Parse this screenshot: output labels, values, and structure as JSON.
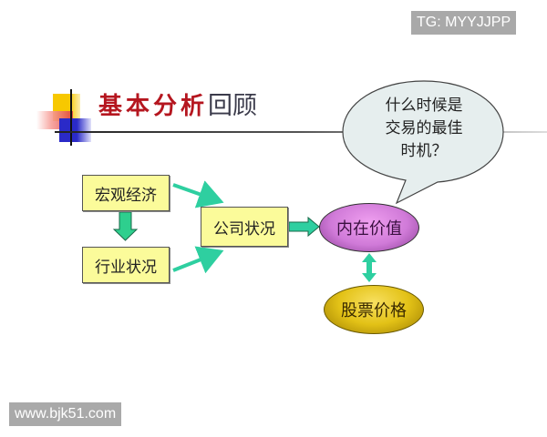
{
  "title": {
    "highlight": "基本分析",
    "rest": "回顾"
  },
  "watermarks": {
    "top_right": "TG: MYYJJPP",
    "bottom_left": "www.bjk51.com"
  },
  "diagram": {
    "nodes": {
      "macro_economy": "宏观经济",
      "industry_status": "行业状况",
      "company_status": "公司状况",
      "intrinsic_value": "内在价值",
      "stock_price": "股票价格"
    },
    "speech_bubble": {
      "lines": [
        "什么时候是",
        "交易的最佳",
        "时机？"
      ]
    },
    "edges": [
      {
        "from": "宏观经济",
        "to": "公司状况",
        "type": "arrow"
      },
      {
        "from": "宏观经济",
        "to": "行业状况",
        "type": "block-arrow-down"
      },
      {
        "from": "行业状况",
        "to": "公司状况",
        "type": "arrow"
      },
      {
        "from": "公司状况",
        "to": "内在价值",
        "type": "block-arrow-right"
      },
      {
        "from": "内在价值",
        "to": "股票价格",
        "type": "double-arrow"
      }
    ],
    "colors": {
      "box_fill": "#fbfb9a",
      "arrow": "#2ecfa0",
      "intrinsic_fill": "#d07ad8",
      "price_fill": "#e3c217",
      "bubble_fill": "#e6eeee",
      "title_red": "#b5161f"
    }
  }
}
